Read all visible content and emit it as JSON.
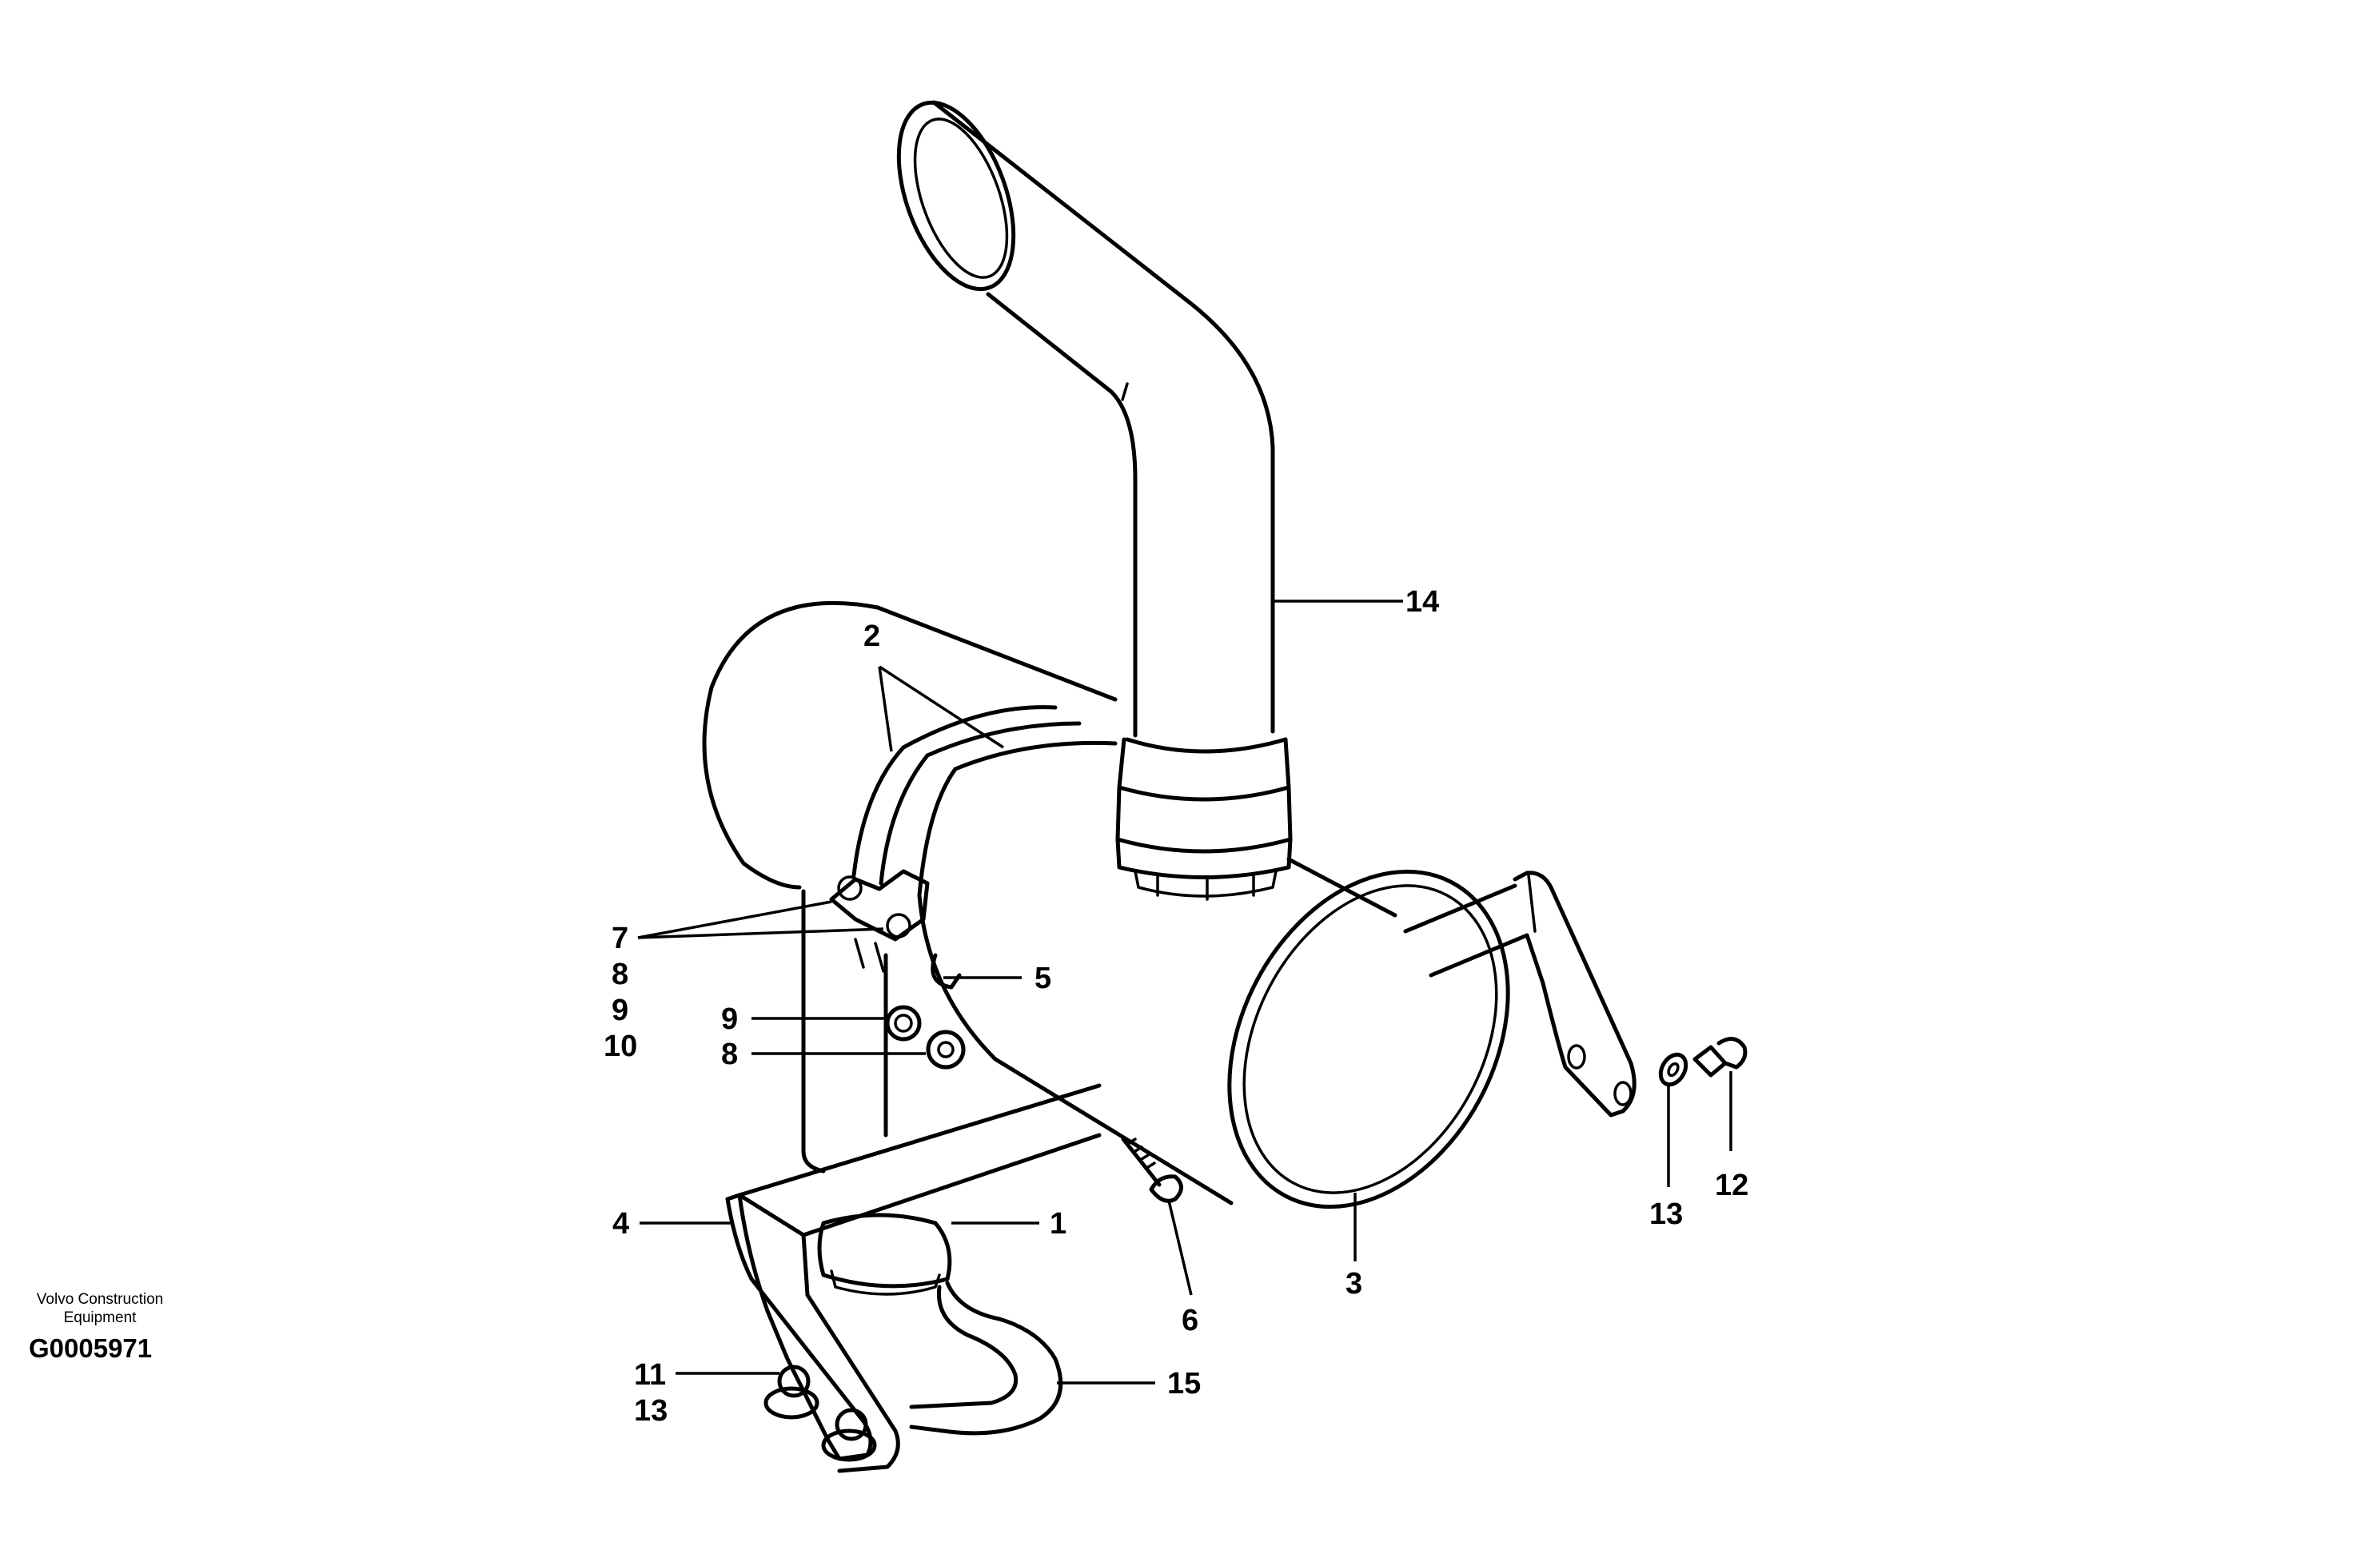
{
  "figure": {
    "credit_line1": "Volvo Construction",
    "credit_line2": "Equipment",
    "drawing_code": "G0005971"
  },
  "callouts": {
    "c1": "1",
    "c2": "2",
    "c3": "3",
    "c4": "4",
    "c5": "5",
    "c6": "6",
    "c7": "7",
    "c8a": "8",
    "c8b": "8",
    "c9a": "9",
    "c9b": "9",
    "c10": "10",
    "c11": "11",
    "c12": "12",
    "c13a": "13",
    "c13b": "13",
    "c14": "14",
    "c15": "15"
  },
  "colors": {
    "ink": "#000000",
    "paper": "#ffffff"
  }
}
